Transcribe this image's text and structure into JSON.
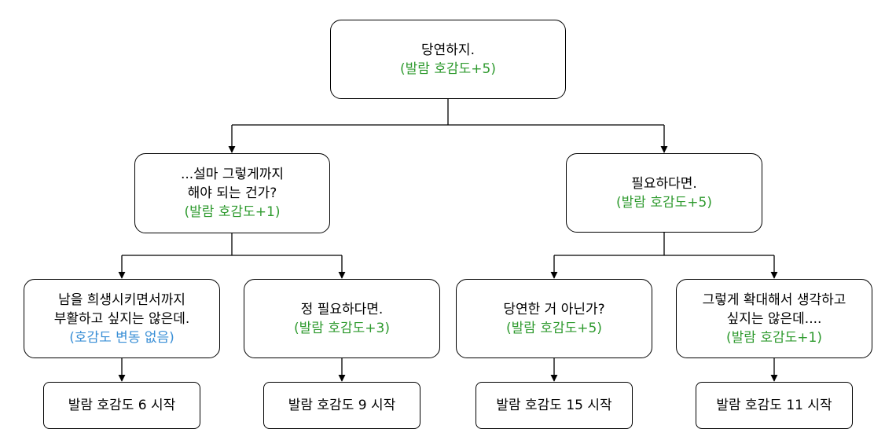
{
  "colors": {
    "positive_effect": "#2e9a2e",
    "neutral_effect": "#3a8fd6",
    "line": "#000000"
  },
  "nodes": {
    "root": {
      "lines": [
        "당연하지."
      ],
      "effect": "(발람 호감도+5)"
    },
    "left": {
      "lines": [
        "...설마 그렇게까지",
        "해야 되는 건가?"
      ],
      "effect": "(발람 호감도+1)"
    },
    "right": {
      "lines": [
        "필요하다면."
      ],
      "effect": "(발람 호감도+5)"
    },
    "ll": {
      "lines": [
        "남을 희생시키면서까지",
        "부활하고 싶지는 않은데."
      ],
      "effect": "(호감도 변동 없음)"
    },
    "lr": {
      "lines": [
        "정 필요하다면."
      ],
      "effect": "(발람 호감도+3)"
    },
    "rl": {
      "lines": [
        "당연한 거 아닌가?"
      ],
      "effect": "(발람 호감도+5)"
    },
    "rr": {
      "lines": [
        "그렇게 확대해서 생각하고",
        "싶지는 않은데...."
      ],
      "effect": "(발람 호감도+1)"
    }
  },
  "results": {
    "ll": "발람 호감도 6 시작",
    "lr": "발람 호감도 9 시작",
    "rl": "발람 호감도 15 시작",
    "rr": "발람 호감도 11 시작"
  }
}
